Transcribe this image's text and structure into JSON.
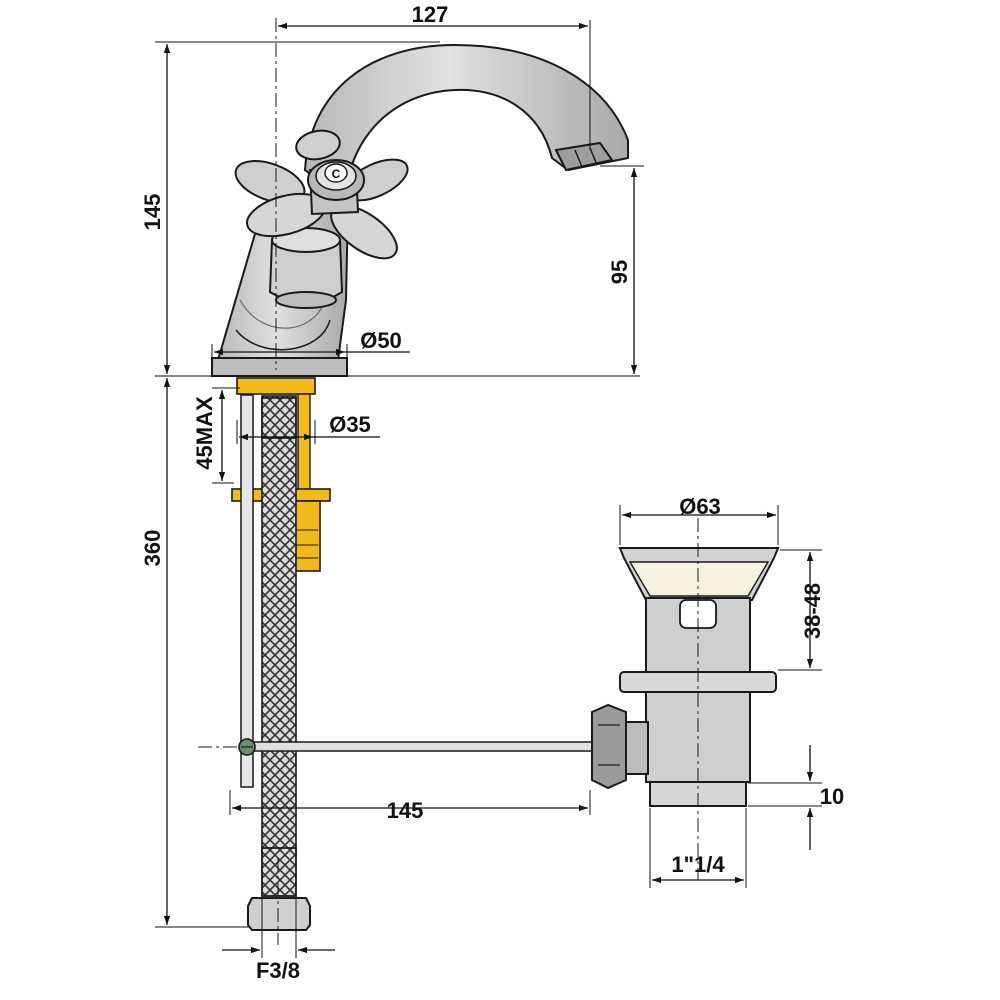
{
  "drawing": {
    "dimensions": {
      "spout_reach": "127",
      "total_height": "145",
      "spout_outlet_height": "95",
      "base_diameter": "Ø50",
      "shank_diameter": "Ø35",
      "max_deck_thickness": "45MAX",
      "hose_length": "360",
      "rod_length": "145",
      "waste_flange_diameter": "Ø63",
      "waste_adjust_range": "38-48",
      "waste_thread_length": "10",
      "waste_thread": "1\"1/4",
      "hose_connector": "F3/8"
    },
    "handle_badge": "C"
  },
  "colors": {
    "chrome": "#c8c8c8",
    "chrome_dark": "#9e9e9e",
    "brass": "#f2b91a",
    "brass_dark": "#c98f00",
    "line": "#111111",
    "hose_bg": "#d8d8d8"
  }
}
